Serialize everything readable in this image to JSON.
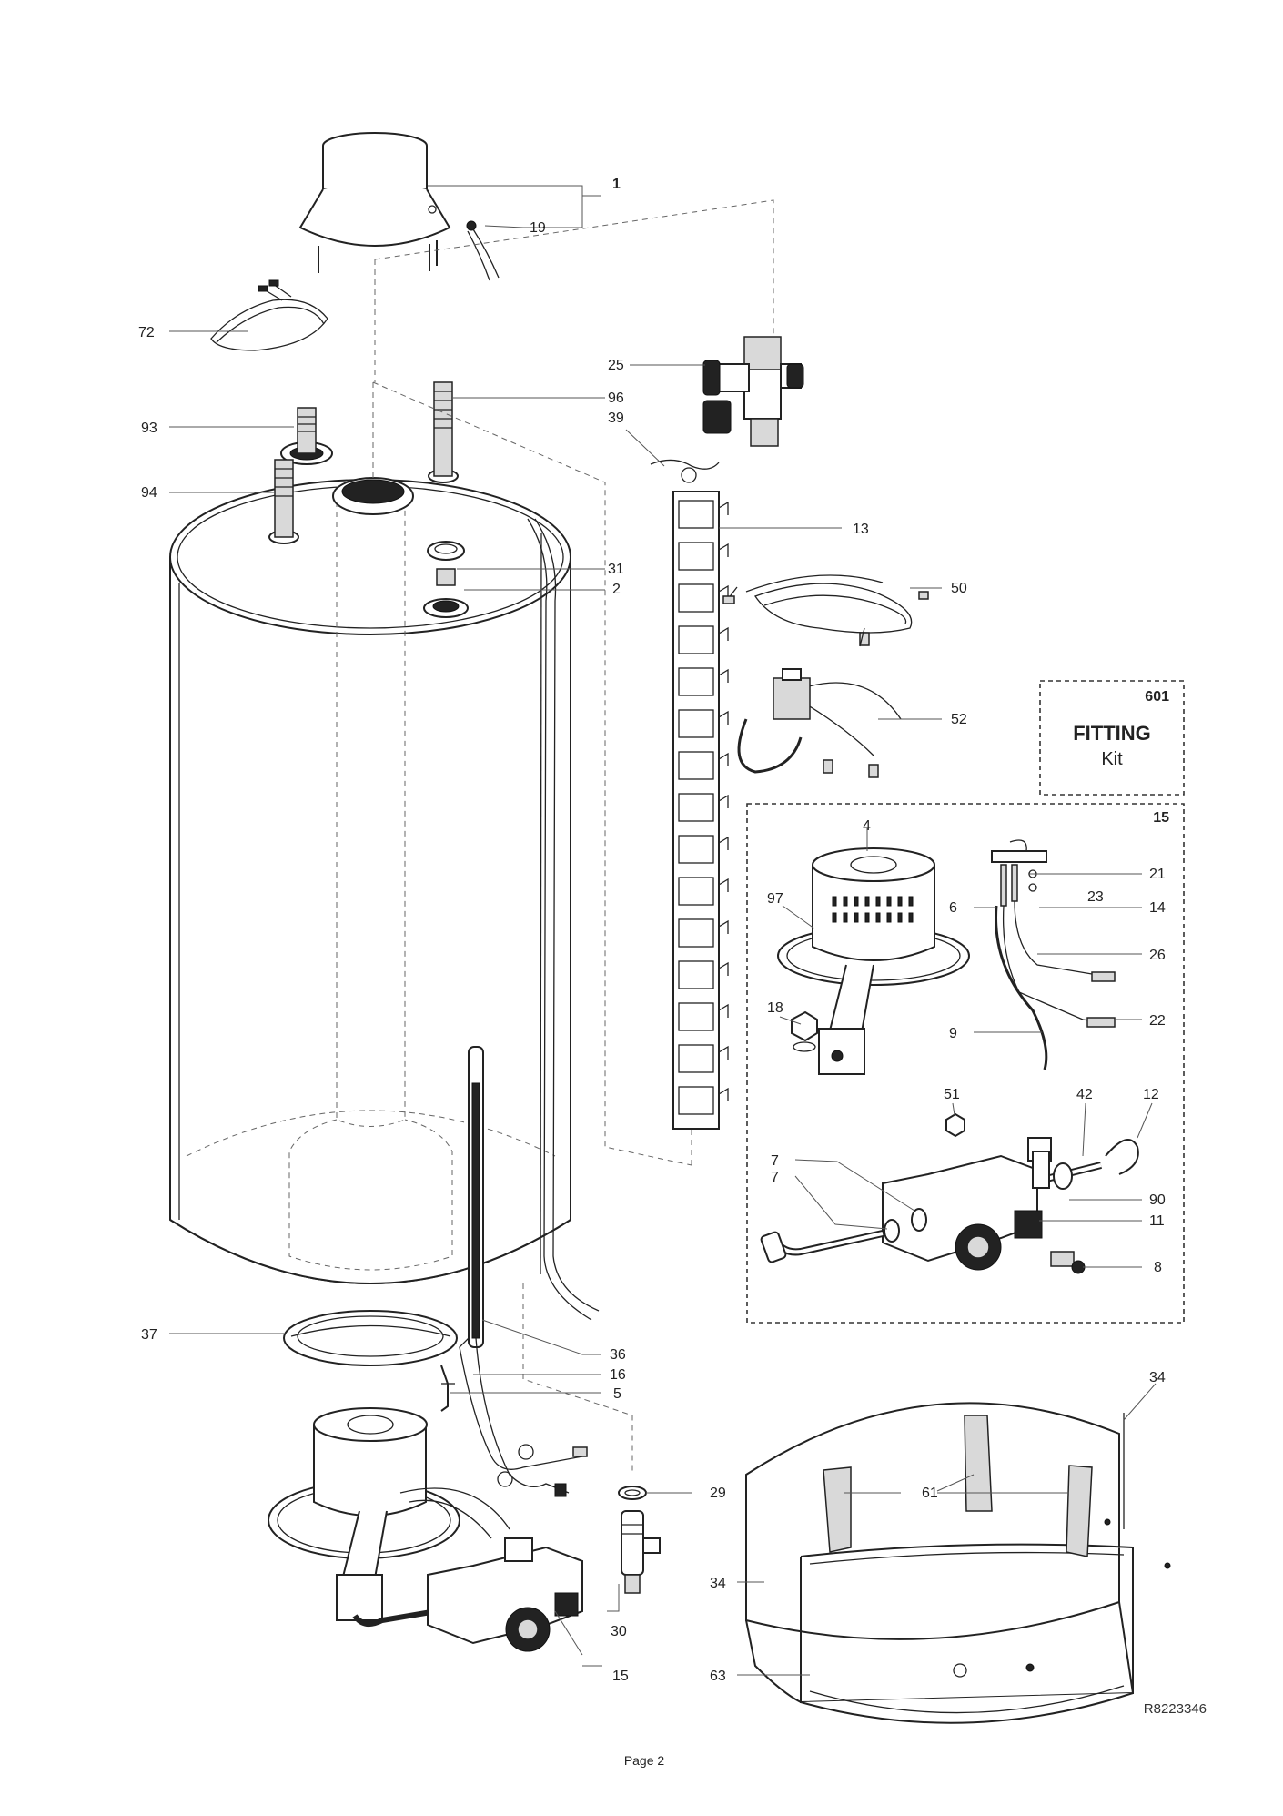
{
  "diagram": {
    "callouts": {
      "c1": "1",
      "c19": "19",
      "c72": "72",
      "c25": "25",
      "c96": "96",
      "c39": "39",
      "c93": "93",
      "c94": "94",
      "c13": "13",
      "c31": "31",
      "c2": "2",
      "c50": "50",
      "c52": "52",
      "c4": "4",
      "c21": "21",
      "c23": "23",
      "c14": "14",
      "c97": "97",
      "c6": "6",
      "c26": "26",
      "c18": "18",
      "c22": "22",
      "c9": "9",
      "c51": "51",
      "c42": "42",
      "c12": "12",
      "c7a": "7",
      "c7b": "7",
      "c90": "90",
      "c11": "11",
      "c8": "8",
      "c37": "37",
      "c36": "36",
      "c16": "16",
      "c5": "5",
      "c34a": "34",
      "c29": "29",
      "c61": "61",
      "c34b": "34",
      "c30": "30",
      "c63": "63",
      "c15a": "15",
      "c15b": "15"
    },
    "kit_box": {
      "number": "601",
      "title": "FITTING",
      "subtitle": "Kit"
    },
    "reference_code": "R8223346",
    "page_label": "Page 2"
  }
}
